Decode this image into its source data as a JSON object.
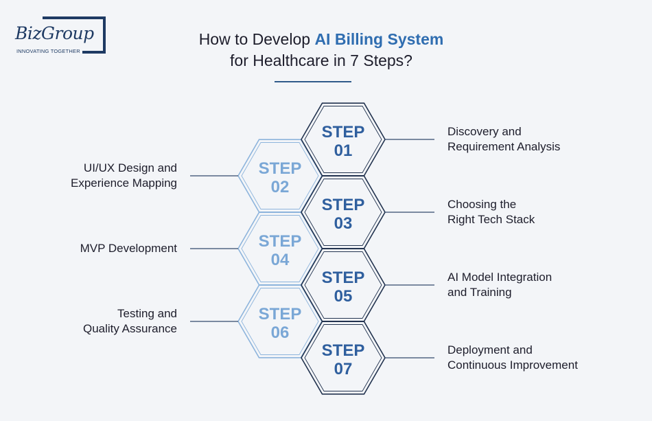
{
  "logo": {
    "name": "BizGroup",
    "tagline": "INNOVATING TOGETHER"
  },
  "title": {
    "pre": "How to Develop ",
    "highlight": "AI Billing System",
    "line2": "for Healthcare in 7 Steps?"
  },
  "steps": [
    {
      "word": "STEP",
      "num": "01",
      "label_lines": [
        "Discovery and",
        "Requirement Analysis"
      ],
      "side": "right"
    },
    {
      "word": "STEP",
      "num": "02",
      "label_lines": [
        "UI/UX Design and",
        "Experience Mapping"
      ],
      "side": "left"
    },
    {
      "word": "STEP",
      "num": "03",
      "label_lines": [
        "Choosing the",
        "Right Tech Stack"
      ],
      "side": "right"
    },
    {
      "word": "STEP",
      "num": "04",
      "label_lines": [
        "MVP Development"
      ],
      "side": "left"
    },
    {
      "word": "STEP",
      "num": "05",
      "label_lines": [
        "AI Model Integration",
        "and Training"
      ],
      "side": "right"
    },
    {
      "word": "STEP",
      "num": "06",
      "label_lines": [
        "Testing and",
        "Quality Assurance"
      ],
      "side": "left"
    },
    {
      "word": "STEP",
      "num": "07",
      "label_lines": [
        "Deployment and",
        "Continuous Improvement"
      ],
      "side": "right"
    }
  ],
  "colors": {
    "right_hex_stroke": "#22334f",
    "right_hex_text": "#2f5f9e",
    "left_hex_stroke": "#8db4dc",
    "left_hex_text": "#7aa7d6",
    "connector": "#33496b"
  }
}
